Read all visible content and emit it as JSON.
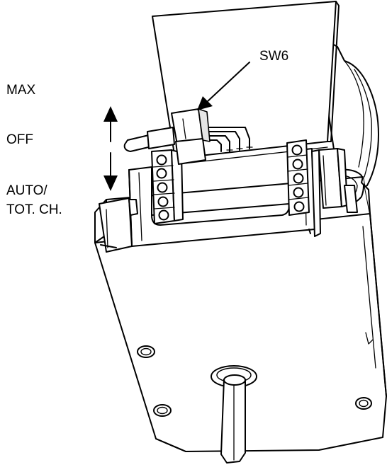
{
  "labels": {
    "switch": "SW6",
    "max": "MAX",
    "off": "OFF",
    "auto": "AUTO/",
    "tot_ch": "TOT. CH."
  },
  "colors": {
    "line": "#000000",
    "background": "#ffffff"
  },
  "icons": {
    "up_arrow": "arrow-up-icon",
    "down_arrow": "arrow-down-icon",
    "pointer_arrow": "pointer-arrow-icon"
  }
}
